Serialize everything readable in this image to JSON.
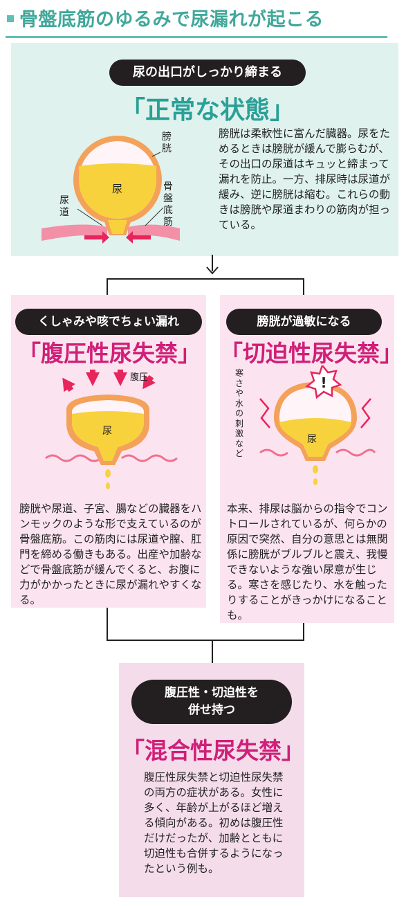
{
  "header": {
    "title": "骨盤底筋のゆるみで尿漏れが起こる"
  },
  "normal": {
    "pill": "尿の出口がしっかり締まる",
    "title": "「正常な状態」",
    "labels": {
      "bladder": "膀胱",
      "urine": "尿",
      "urethra": "尿道",
      "pelvic_floor": "骨盤底筋"
    },
    "description": "膀胱は柔軟性に富んだ臓器。尿をためるときは膀胱が緩んで膨らむが、その出口の尿道はキュッと締まって漏れを防止。一方、排尿時は尿道が緩み、逆に膀胱は縮む。これらの動きは膀胱や尿道まわりの筋肉が担っている。"
  },
  "stress": {
    "pill": "くしゃみや咳でちょい漏れ",
    "title": "「腹圧性尿失禁」",
    "labels": {
      "pressure": "腹圧",
      "urine": "尿"
    },
    "description": "膀胱や尿道、子宮、腸などの臓器をハンモックのような形で支えているのが骨盤底筋。この筋肉には尿道や膣、肛門を締める働きもある。出産や加齢などで骨盤底筋が緩んでくると、お腹に力がかかったときに尿が漏れやすくなる。"
  },
  "urge": {
    "pill": "膀胱が過敏になる",
    "title": "「切迫性尿失禁」",
    "labels": {
      "trigger": "寒さや水の刺激など",
      "alert": "!",
      "urine": "尿"
    },
    "description": "本来、排尿は脳からの指令でコントロールされているが、何らかの原因で突然、自分の意思とは無関係に膀胱がブルブルと震え、我慢できないような強い尿意が生じる。寒さを感じたり、水を触ったりすることがきっかけになることも。"
  },
  "mixed": {
    "pill_line1": "腹圧性・切迫性を",
    "pill_line2": "併せ持つ",
    "title": "「混合性尿失禁」",
    "description": "腹圧性尿失禁と切迫性尿失禁の両方の症状がある。女性に多く、年齢が上がるほど増える傾向がある。初めは腹圧性だけだったが、加齢とともに切迫性も合併するようになったという例も。"
  },
  "colors": {
    "teal": "#40a89a",
    "magenta": "#d01f78",
    "urine_yellow": "#f7d23c",
    "bladder_orange": "#f4a15a",
    "muscle_pink": "#f0708f"
  }
}
